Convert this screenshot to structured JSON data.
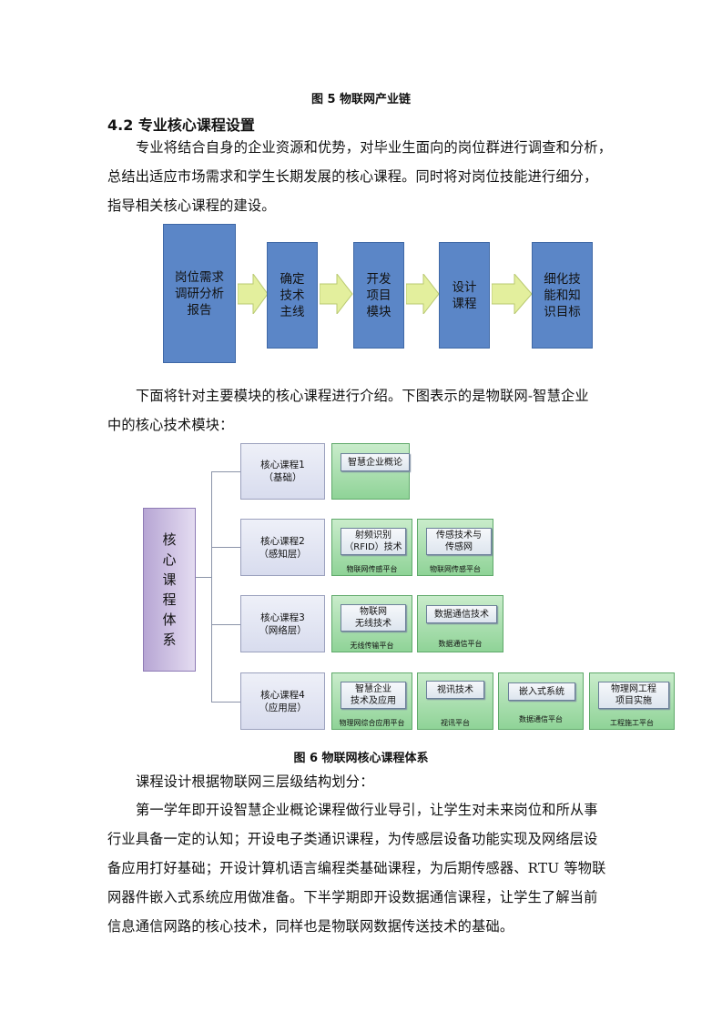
{
  "fig5_caption": "图 5 物联网产业链",
  "section_heading": "4.2 专业核心课程设置",
  "para1": [
    "专业将结合自身的企业资源和优势，对毕业生面向的岗位群进行调查和分析，",
    "总结出适应市场需求和学生长期发展的核心课程。同时将对岗位技能进行细分，",
    "指导相关核心课程的建设。"
  ],
  "flow": [
    "岗位需求\n调研分析\n报告",
    "确定\n技术\n主线",
    "开发\n项目\n模块",
    "设计\n课程",
    "细化技\n能和知\n识目标"
  ],
  "para2": [
    "下面将针对主要模块的核心课程进行介绍。下图表示的是物联网-智慧企业",
    "中的核心技术模块："
  ],
  "diagram": {
    "system_label": "核心课程体系",
    "rows": [
      {
        "core": "核心课程1\n（基础）",
        "panels": [
          {
            "chip": "智慧企业概论",
            "label": ""
          }
        ]
      },
      {
        "core": "核心课程2\n（感知层）",
        "panels": [
          {
            "chip": "射频识别\n（RFID）技术",
            "label": "物联网传感平台"
          },
          {
            "chip": "传感技术与\n传感网",
            "label": "物联网传感平台"
          }
        ]
      },
      {
        "core": "核心课程3\n（网络层）",
        "panels": [
          {
            "chip": "物联网\n无线技术",
            "label": "无线传输平台"
          },
          {
            "chip": "数据通信技术",
            "label": "数据通信平台"
          }
        ]
      },
      {
        "core": "核心课程4\n（应用层）",
        "panels": [
          {
            "chip": "智慧企业\n技术及应用",
            "label": "物理网综合应用平台"
          },
          {
            "chip": "视讯技术",
            "label": "视讯平台"
          },
          {
            "chip": "嵌入式系统",
            "label": "数据通信平台"
          },
          {
            "chip": "物理网工程\n项目实施",
            "label": "工程施工平台"
          }
        ]
      }
    ]
  },
  "fig6_caption": "图 6 物联网核心课程体系",
  "para3": [
    "课程设计根据物联网三层级结构划分："
  ],
  "para4": [
    "第一学年即开设智慧企业概论课程做行业导引，让学生对未来岗位和所从事",
    "行业具备一定的认知；开设电子类通识课程，为传感层设备功能实现及网络层设",
    "备应用打好基础；开设计算机语言编程类基础课程，为后期传感器、RTU 等物联",
    "网器件嵌入式系统应用做准备。下半学期即开设数据通信课程，让学生了解当前",
    "信息通信网路的核心技术，同样也是物联网数据传送技术的基础。"
  ]
}
